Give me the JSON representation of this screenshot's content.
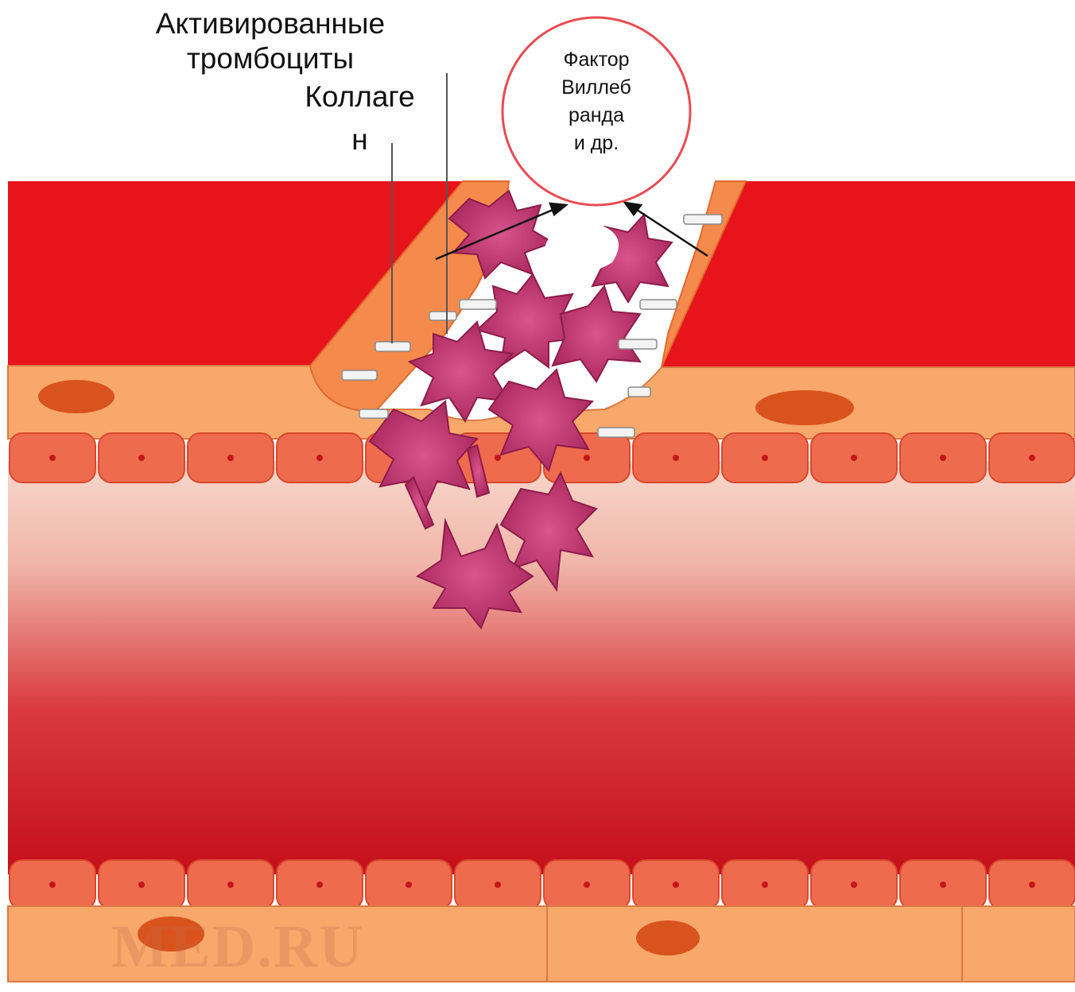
{
  "diagram": {
    "labels": {
      "activated_platelets": "Активированные\nтромбоциты",
      "collagen": "Коллаге\nн",
      "von_willebrand": "Фактор\nВиллеб\nранда\nи др."
    },
    "watermark": "MED.RU",
    "colors": {
      "blood_top": "#e8141c",
      "wall": "#f7a86a",
      "nucleus": "#d9531f",
      "endothelium": "#ef6b4e",
      "platelet": "#c0306c",
      "highlight_circle": "#e84b52",
      "lumen_light": "#f6d4c6",
      "lumen_dark": "#c8101c"
    }
  }
}
